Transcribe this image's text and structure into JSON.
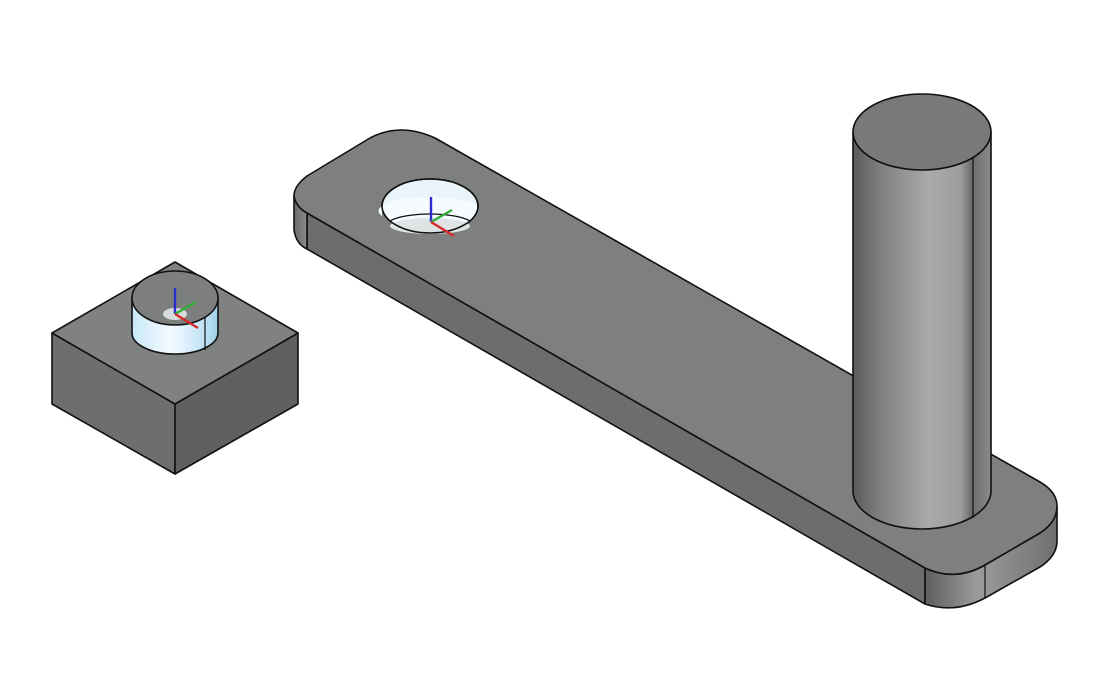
{
  "viewport": {
    "background": "#ffffff"
  },
  "scene": {
    "objects": [
      {
        "name": "block-with-pin-hole"
      },
      {
        "name": "crank-arm"
      },
      {
        "name": "crank-shaft-cylinder"
      }
    ],
    "colors": {
      "part_top": "#7f8080",
      "part_side": "#6b6c6c",
      "part_front": "#5d5e5e",
      "selected_face_light": "#f2fbff",
      "selected_face_blue": "#a7d6f2",
      "edge": "#111111",
      "axis_x": "#d62a2a",
      "axis_y": "#2fae35",
      "axis_z": "#2c2ccc"
    },
    "axis_markers": [
      {
        "name": "block-hole-axis",
        "axes": [
          "x",
          "y",
          "z"
        ]
      },
      {
        "name": "arm-hole-axis",
        "axes": [
          "x",
          "y",
          "z"
        ]
      }
    ]
  }
}
